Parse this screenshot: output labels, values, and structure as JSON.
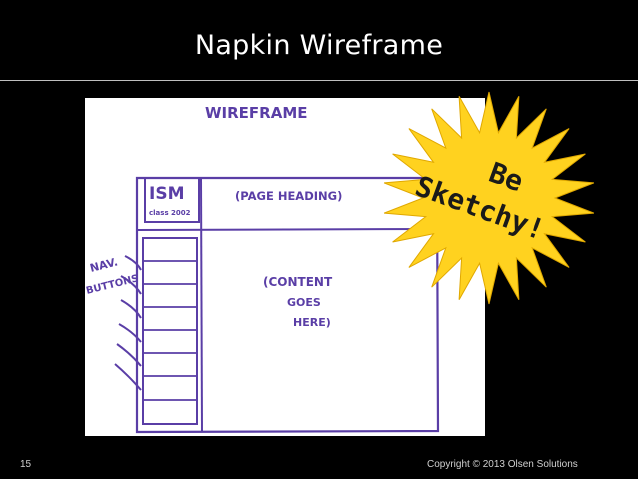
{
  "slide": {
    "title": "Napkin Wireframe",
    "number": "15",
    "copyright": "Copyright © 2013 Olsen Solutions"
  },
  "sketch": {
    "heading": "WIREFRAME",
    "logo": "ISM",
    "logo_subtext": "class 2002",
    "page_heading": "(PAGE HEADING)",
    "content_line1": "(CONTENT",
    "content_line2": "GOES",
    "content_line3": "HERE)",
    "nav_line1": "NAV.",
    "nav_line2": "BUTTONS",
    "ink_color": "#5a3ea6"
  },
  "callout": {
    "line1": "Be",
    "line2": "Sketchy!",
    "fill_color": "#ffd21f",
    "text_color": "#1a1a1a"
  }
}
